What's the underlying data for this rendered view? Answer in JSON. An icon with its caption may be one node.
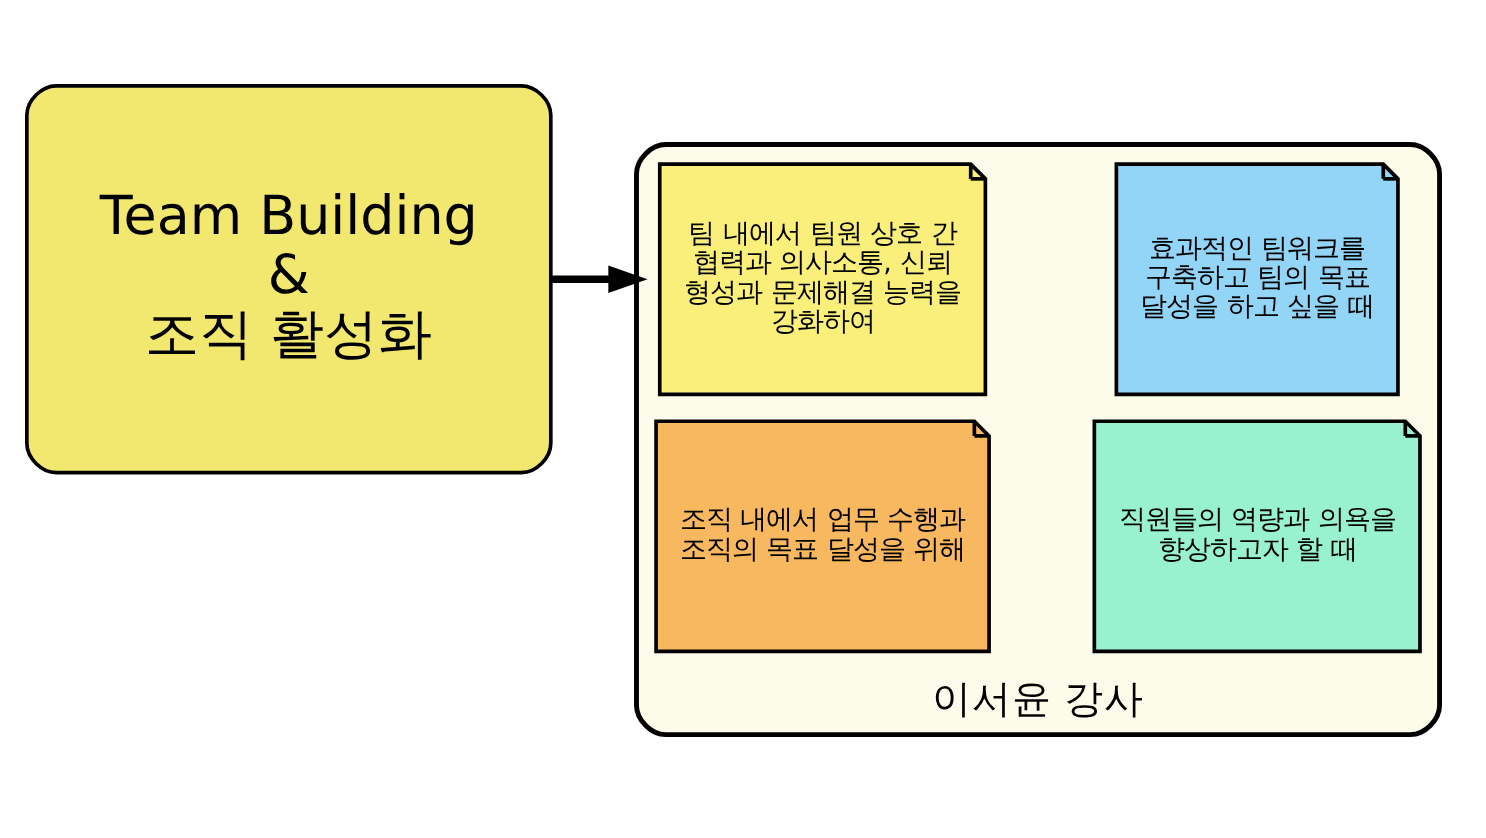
{
  "diagram": {
    "nodes": [
      {
        "text": [
          "Team Building",
          "&",
          "조직 활성화"
        ]
      },
      {
        "text": [
          "이서윤 강사"
        ]
      },
      {
        "text": [
          "팀 내에서 팀원 상호 간 협력과 의사소통, 신뢰 형성과 문제해결 능력을 강화하여"
        ],
        "in": 1
      },
      {
        "text": [
          "효과적인 팀워크를 구축하고 팀의 목표 달성을 하고 싶을 때"
        ],
        "in": 1
      },
      {
        "text": [
          "조직 내에서 업무 수행과 조직의 목표 달성을 위해"
        ],
        "in": 1
      },
      {
        "text": [
          "직원들의 역량과 의욕을 향상하고자 할 때"
        ],
        "in": 1
      }
    ],
    "edges": [
      {
        "from": 0,
        "to": 1,
        "arrow": "to"
      }
    ]
  }
}
